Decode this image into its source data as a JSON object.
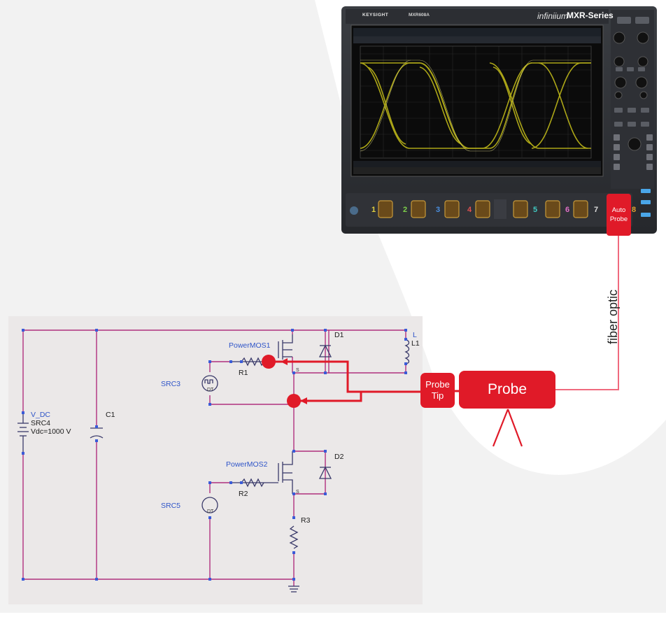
{
  "colors": {
    "probe_red": "#e01a28",
    "wire_magenta": "#b0307e",
    "component_blue": "#2f55c8",
    "trace_yellow": "#c9c21a",
    "page_bg": "#f2f2f2",
    "schematic_bg": "#ebe8e8"
  },
  "oscilloscope": {
    "brand": "KEYSIGHT",
    "model": "MXR608A",
    "family": "infiniium",
    "series": "MXR-Series",
    "channel_numbers": [
      "1",
      "2",
      "3",
      "4",
      "5",
      "6",
      "7",
      "8"
    ]
  },
  "probe_system": {
    "auto_probe_label": "Auto Probe",
    "fiber_label": "fiber optic",
    "probe_label": "Probe",
    "probe_tip_label": "Probe Tip"
  },
  "schematic": {
    "sources": [
      {
        "name": "V_DC",
        "ref": "SRC4",
        "value": "Vdc=1000 V"
      },
      {
        "ref": "SRC3",
        "symbol_text": "DT"
      },
      {
        "ref": "SRC5",
        "symbol_text": "DT"
      }
    ],
    "capacitor": "C1",
    "transistors": [
      {
        "name": "PowerMOS1",
        "source_pin": "S"
      },
      {
        "name": "PowerMOS2",
        "source_pin": "S"
      }
    ],
    "diodes": [
      "D1",
      "D2"
    ],
    "inductor": {
      "type": "L",
      "ref": "L1"
    },
    "resistors": [
      "R1",
      "R2",
      "R3"
    ]
  }
}
